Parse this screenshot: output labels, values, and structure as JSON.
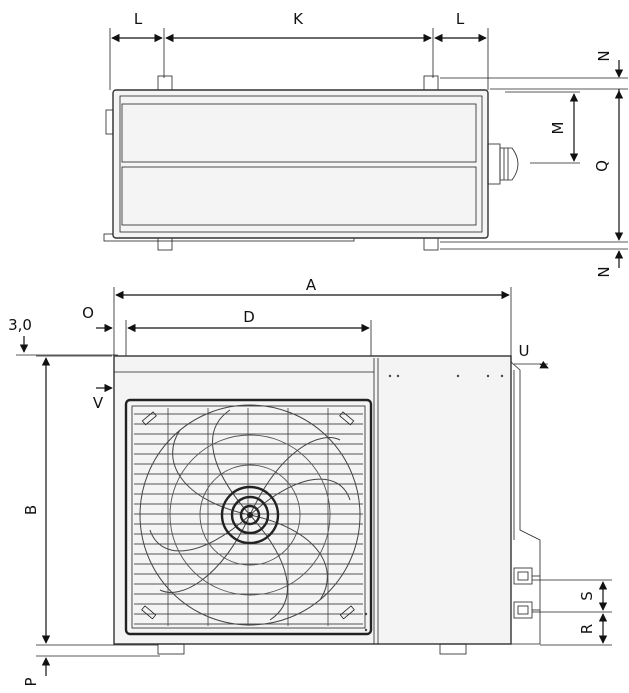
{
  "top_view": {
    "labels": {
      "L_left": "L",
      "K": "K",
      "L_right": "L",
      "N_top": "N",
      "M": "M",
      "Q": "Q",
      "N_bottom": "N"
    }
  },
  "front_view": {
    "labels": {
      "A": "A",
      "O": "O",
      "D": "D",
      "thickness": "3,0",
      "U": "U",
      "V": "V",
      "B": "B",
      "S": "S",
      "R": "R",
      "P": "P"
    }
  }
}
